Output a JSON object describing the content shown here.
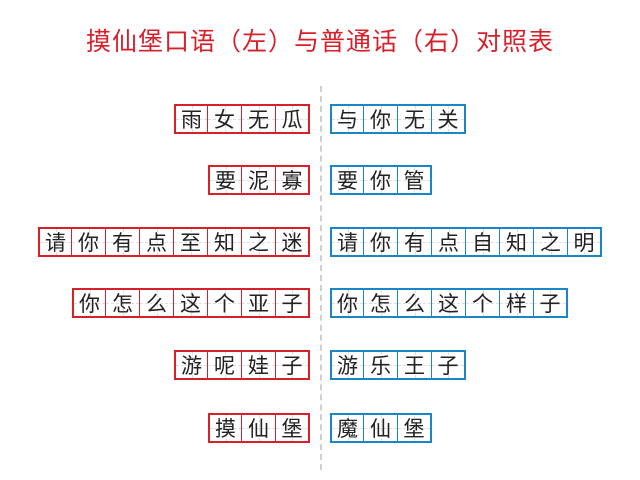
{
  "title": "摸仙堡口语（左）与普通话（右）对照表",
  "colors": {
    "left_border": "#d8202a",
    "right_border": "#1a86c8",
    "title": "#d8202a"
  },
  "rows": [
    {
      "left": [
        "雨",
        "女",
        "无",
        "瓜"
      ],
      "right": [
        "与",
        "你",
        "无",
        "关"
      ]
    },
    {
      "left": [
        "要",
        "泥",
        "寡"
      ],
      "right": [
        "要",
        "你",
        "管"
      ]
    },
    {
      "left": [
        "请",
        "你",
        "有",
        "点",
        "至",
        "知",
        "之",
        "迷"
      ],
      "right": [
        "请",
        "你",
        "有",
        "点",
        "自",
        "知",
        "之",
        "明"
      ]
    },
    {
      "left": [
        "你",
        "怎",
        "么",
        "这",
        "个",
        "亚",
        "子"
      ],
      "right": [
        "你",
        "怎",
        "么",
        "这",
        "个",
        "样",
        "子"
      ]
    },
    {
      "left": [
        "游",
        "呢",
        "娃",
        "子"
      ],
      "right": [
        "游",
        "乐",
        "王",
        "子"
      ]
    },
    {
      "left": [
        "摸",
        "仙",
        "堡"
      ],
      "right": [
        "魔",
        "仙",
        "堡"
      ]
    }
  ]
}
